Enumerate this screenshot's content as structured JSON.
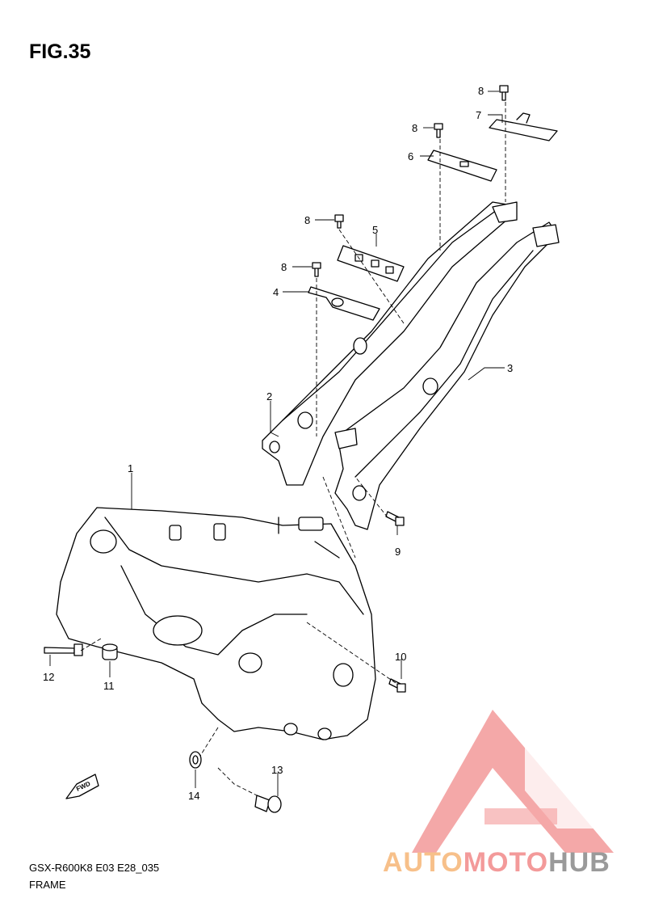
{
  "figure": {
    "title": "FIG.35"
  },
  "callouts": {
    "c1": "1",
    "c2": "2",
    "c3": "3",
    "c4": "4",
    "c5": "5",
    "c6": "6",
    "c7": "7",
    "c8a": "8",
    "c8b": "8",
    "c8c": "8",
    "c8d": "8",
    "c9": "9",
    "c10": "10",
    "c11": "11",
    "c12": "12",
    "c13": "13",
    "c14": "14"
  },
  "fwd_arrow": {
    "label": "FWD"
  },
  "footer": {
    "model": "GSX-R600K8 E03 E28_035",
    "section": "FRAME"
  },
  "watermark": {
    "part1": "AUTO",
    "part2": "MOTO",
    "part3": "HUB",
    "colors": {
      "auto": "#f7c08a",
      "moto": "#f39a9a",
      "hub": "#9a9a9a",
      "logo": "#f39a9a"
    }
  }
}
